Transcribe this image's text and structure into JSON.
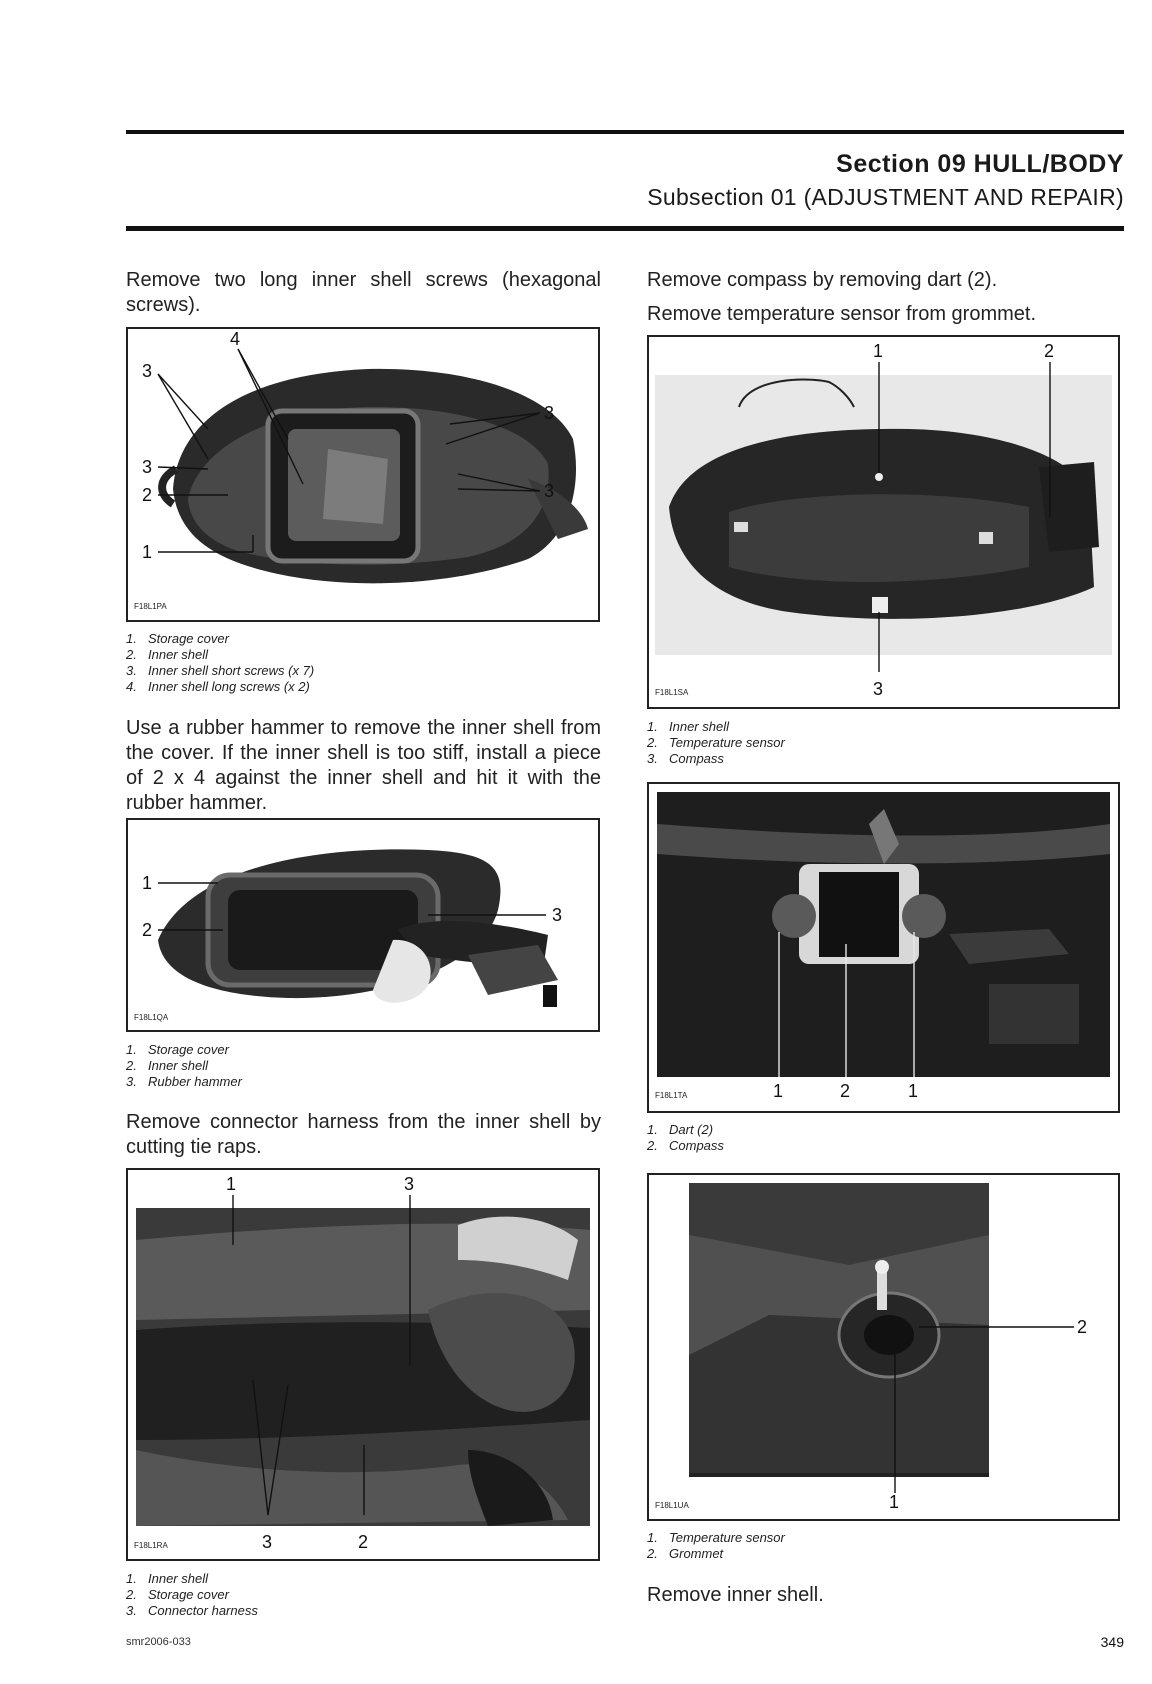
{
  "header": {
    "section": "Section 09 HULL/BODY",
    "subsection": "Subsection 01 (ADJUSTMENT AND REPAIR)"
  },
  "left": {
    "p1": "Remove two long inner shell screws (hexagonal screws).",
    "fig1": {
      "code": "F18L1PA",
      "callouts": [
        "4",
        "3",
        "3",
        "3",
        "2",
        "3",
        "1"
      ],
      "legend": [
        {
          "num": "1.",
          "text": "Storage cover"
        },
        {
          "num": "2.",
          "text": "Inner shell"
        },
        {
          "num": "3.",
          "text": "Inner shell short screws (x 7)"
        },
        {
          "num": "4.",
          "text": "Inner shell long screws (x 2)"
        }
      ]
    },
    "p2": "Use a rubber hammer to remove the inner shell from the cover. If the inner shell is too stiff, install a piece of 2 x 4 against the inner shell and hit it with the rubber hammer.",
    "fig2": {
      "code": "F18L1QA",
      "callouts": [
        "1",
        "3",
        "2"
      ],
      "legend": [
        {
          "num": "1.",
          "text": "Storage cover"
        },
        {
          "num": "2.",
          "text": "Inner shell"
        },
        {
          "num": "3.",
          "text": "Rubber hammer"
        }
      ]
    },
    "p3": "Remove connector harness from the inner shell by cutting tie raps.",
    "fig3": {
      "code": "F18L1RA",
      "callouts": [
        "1",
        "3",
        "3",
        "2"
      ],
      "legend": [
        {
          "num": "1.",
          "text": "Inner shell"
        },
        {
          "num": "2.",
          "text": "Storage cover"
        },
        {
          "num": "3.",
          "text": "Connector harness"
        }
      ]
    }
  },
  "right": {
    "p1": "Remove compass by removing dart (2).",
    "p2": "Remove temperature sensor from grommet.",
    "fig4": {
      "code": "F18L1SA",
      "callouts": [
        "1",
        "2",
        "3"
      ],
      "legend": [
        {
          "num": "1.",
          "text": "Inner shell"
        },
        {
          "num": "2.",
          "text": "Temperature sensor"
        },
        {
          "num": "3.",
          "text": "Compass"
        }
      ]
    },
    "fig5": {
      "code": "F18L1TA",
      "callouts": [
        "1",
        "2",
        "1"
      ],
      "legend": [
        {
          "num": "1.",
          "text": "Dart (2)"
        },
        {
          "num": "2.",
          "text": "Compass"
        }
      ]
    },
    "fig6": {
      "code": "F18L1UA",
      "callouts": [
        "2",
        "1"
      ],
      "legend": [
        {
          "num": "1.",
          "text": "Temperature sensor"
        },
        {
          "num": "2.",
          "text": "Grommet"
        }
      ]
    },
    "p3": "Remove inner shell."
  },
  "footer": {
    "doc_code": "smr2006-033",
    "page_number": "349"
  }
}
